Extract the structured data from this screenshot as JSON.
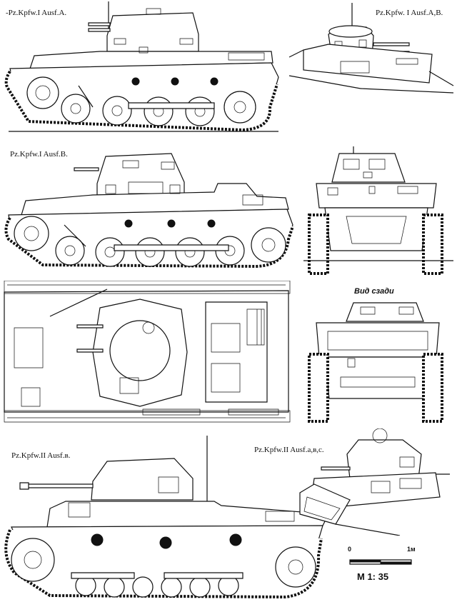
{
  "labels": {
    "ausf_a_side": "-Pz.Kpfw.I Ausf.A.",
    "ausf_ab_3q": "Pz.Kpfw. I Ausf.A,B.",
    "ausf_b_side": "Pz.Kpfw.I Ausf.B.",
    "rear_view": "Вид сзади",
    "pz2_ausf_b": "Pz.Kpfw.II Ausf.в.",
    "pz2_ausf_abc": "Pz.Kpfw.II Ausf.a,в,c."
  },
  "scale": {
    "zero": "0",
    "one_m": "1м",
    "ratio": "М 1: 35"
  }
}
